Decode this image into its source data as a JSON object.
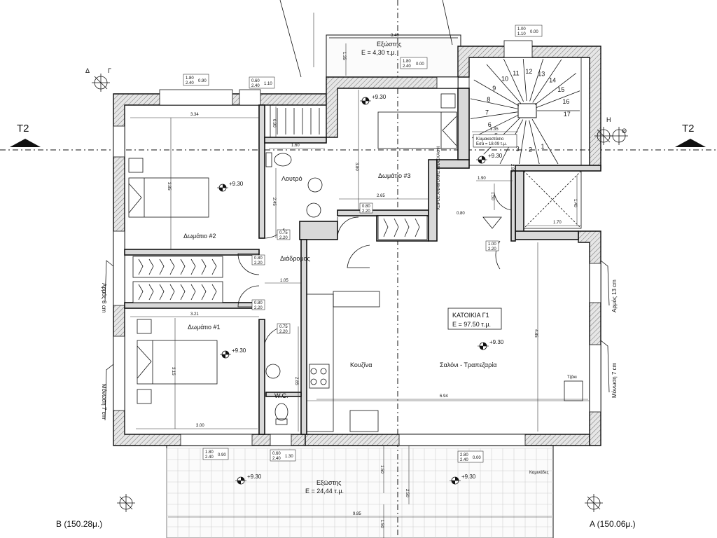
{
  "rooms": {
    "bedroom2": "Δωμάτιο #2",
    "bedroom1": "Δωμάτιο #1",
    "bedroom3": "Δωμάτιο #3",
    "bathroom": "Λουτρό",
    "wc": "W.C.",
    "corridor": "Διάδρομος",
    "kitchen": "Κουζίνα",
    "living": "Σαλόνι - Τραπεζαρία",
    "elevator_space": "ΧΩΡΟΣ ΑΝΑΜΟΝΗΣ ΑΝΑΣΚΑΦΗ",
    "stair_area": "Κλιμακοστάσιο",
    "stair_area_value": "Εσά = 18.09 τ.μ.",
    "fireplace": "Τζάκι",
    "chimneys": "Καμινάδες"
  },
  "apartment": {
    "name": "ΚΑΤΟΙΚΙΑ Γ1",
    "area": "Ε = 97.50 τ.μ."
  },
  "balcony_top": {
    "label": "Εξώστης",
    "area": "Ε = 4,30 τ.μ."
  },
  "balcony_bottom": {
    "label": "Εξώστης",
    "area": "Ε = 24,44 τ.μ."
  },
  "elevation": "+9.30",
  "section": {
    "left": "T2",
    "right": "T2"
  },
  "points": {
    "delta": "Δ",
    "gamma": "Γ",
    "eta": "Η",
    "theta": "Θ"
  },
  "corners": {
    "left": "Β (150.28μ.)",
    "right": "Α (150.06μ.)"
  },
  "side_notes": {
    "left_top": "Αρμός 8 cm",
    "left_bottom": "Μόνωση 7 cm",
    "right_top": "Αρμός 13 cm",
    "right_bottom": "Μόνωση 7 cm"
  },
  "stairs": [
    "1",
    "2",
    "3",
    "4",
    "5",
    "6",
    "7",
    "8",
    "9",
    "10",
    "11",
    "12",
    "13",
    "14",
    "15",
    "16",
    "17"
  ],
  "windows": {
    "w1": [
      "1.80",
      "2.40",
      "0.90"
    ],
    "w2": [
      "0.60",
      "2.40",
      "1.10"
    ],
    "w3": [
      "1.80",
      "2.40",
      "0.00"
    ],
    "w4": [
      "1.00",
      "1.10",
      "0.00"
    ],
    "w5": [
      "1.80",
      "2.40",
      "0.90"
    ],
    "w6": [
      "0.60",
      "2.40",
      "1.30"
    ],
    "w7": [
      "2.80",
      "2.40",
      "0.00"
    ]
  },
  "doors": {
    "d1": [
      "0.75",
      "2.20"
    ],
    "d2": [
      "0.80",
      "2.20"
    ],
    "d3": [
      "0.80",
      "2.20"
    ],
    "d4": [
      "0.75",
      "2.20"
    ],
    "d5": [
      "0.80",
      "2.20"
    ],
    "d6": [
      "1.00",
      "2.20"
    ]
  },
  "dims": {
    "a": "3.34",
    "b": "3.85",
    "c": "3.21",
    "d": "3.15",
    "e": "3.00",
    "f": "1.60",
    "g": "0.90",
    "h": "2.45",
    "i": "1.05",
    "j": "2.85",
    "k": "3.80",
    "l": "2.65",
    "m": "1.35",
    "n": "2.85",
    "o": "1.90",
    "p": "1.50",
    "q": "0.80",
    "r": "1.70",
    "s": "1.40",
    "t": "4.85",
    "u": "6.94",
    "v": "9.85",
    "w": "3.40",
    "x": "1.35",
    "y": "1.50",
    "z": "2.50"
  }
}
